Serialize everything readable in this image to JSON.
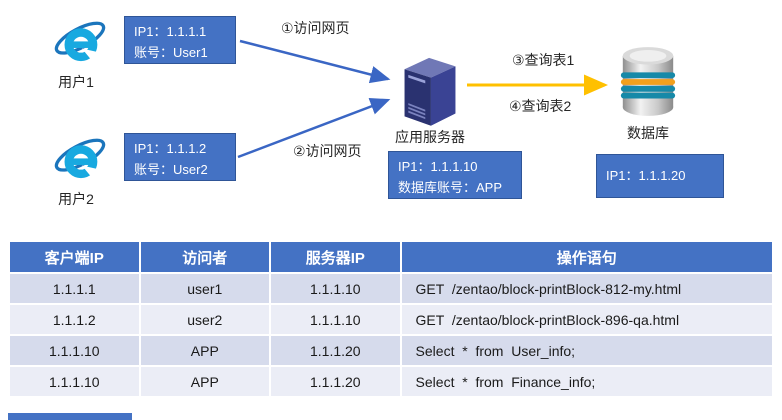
{
  "diagram": {
    "user1": {
      "label": "用户1",
      "info_line1": "IP1：1.1.1.1",
      "info_line2": "账号：User1"
    },
    "user2": {
      "label": "用户2",
      "info_line1": "IP1：1.1.1.2",
      "info_line2": "账号：User2"
    },
    "server": {
      "label": "应用服务器",
      "info_line1": "IP1：1.1.1.10",
      "info_line2": "数据库账号：APP"
    },
    "database": {
      "label": "数据库",
      "info_line1": "IP1：1.1.1.20"
    },
    "arrow1_label": "①访问网页",
    "arrow2_label": "②访问网页",
    "arrow3_label": "③查询表1",
    "arrow4_label": "④查询表2",
    "icons": [
      "ie-browser-icon",
      "ie-browser-icon",
      "server-tower-icon",
      "database-cylinder-icon"
    ],
    "colors": {
      "info_box": "#4472C4",
      "info_box_border": "#2F5597",
      "arrow_blue": "#3A66C4",
      "arrow_yellow": "#FFC000",
      "ie_blue": "#18A9E0",
      "ie_swoosh": "#1B75BC",
      "server_navy": "#2A3270",
      "db_teal": "#1689A8",
      "db_orange": "#F2A01E"
    }
  },
  "table": {
    "headers": [
      "客户端IP",
      "访问者",
      "服务器IP",
      "操作语句"
    ],
    "rows": [
      [
        "1.1.1.1",
        "user1",
        "1.1.1.10",
        "GET  /zentao/block-printBlock-812-my.html"
      ],
      [
        "1.1.1.2",
        "user2",
        "1.1.1.10",
        "GET  /zentao/block-printBlock-896-qa.html"
      ],
      [
        "1.1.1.10",
        "APP",
        "1.1.1.20",
        "Select  *  from  User_info;"
      ],
      [
        "1.1.1.10",
        "APP",
        "1.1.1.20",
        "Select  *  from  Finance_info;"
      ]
    ],
    "header_bg": "#4472C4",
    "row_bg_odd": "#D6DBEC",
    "row_bg_even": "#EBEDF6"
  }
}
